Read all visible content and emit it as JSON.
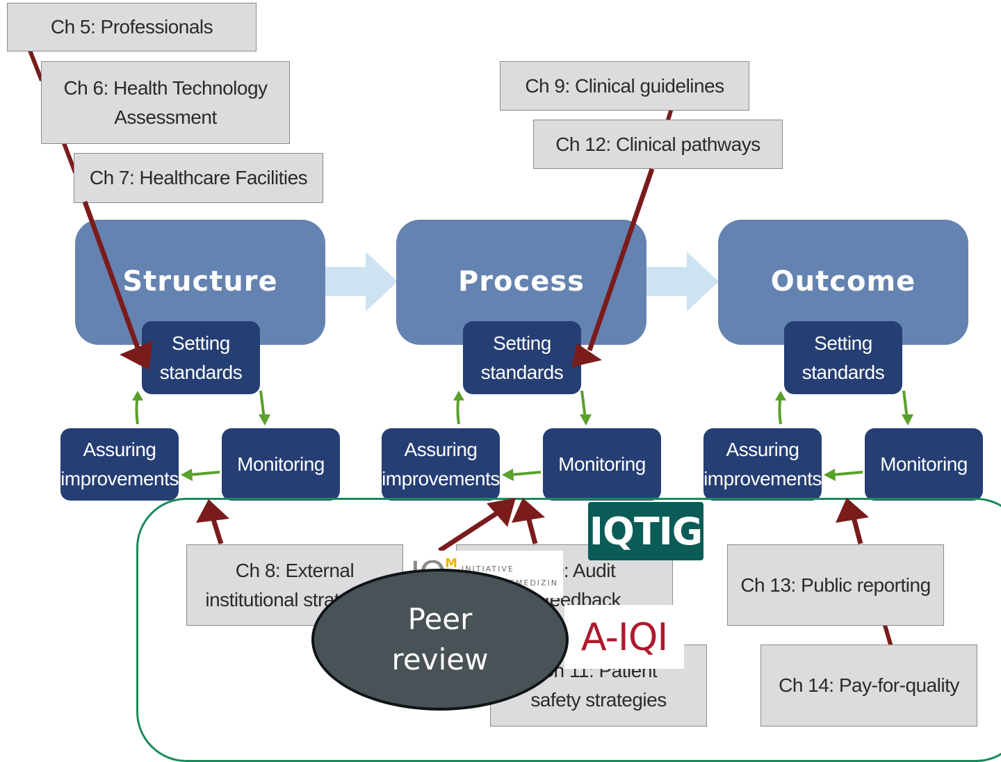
{
  "chapters": {
    "ch5": "Ch 5: Professionals",
    "ch6_line1": "Ch 6: Health Technology",
    "ch6_line2": "Assessment",
    "ch7": "Ch 7: Healthcare Facilities",
    "ch8_line1": "Ch 8: External",
    "ch8_line2": "institutional strategies",
    "ch10_line1": "Ch 10: Audit",
    "ch10_line2": "and feedback",
    "ch11_line1": "Ch 11: Patient",
    "ch11_line2": "safety strategies",
    "ch9": "Ch 9: Clinical guidelines",
    "ch12": "Ch 12: Clinical pathways",
    "ch13": "Ch 13: Public reporting",
    "ch14": "Ch 14: Pay-for-quality"
  },
  "stages": [
    {
      "title": "Structure",
      "setting_line1": "Setting",
      "setting_line2": "standards",
      "assuring_line1": "Assuring",
      "assuring_line2": "improvements",
      "monitoring": "Monitoring"
    },
    {
      "title": "Process",
      "setting_line1": "Setting",
      "setting_line2": "standards",
      "assuring_line1": "Assuring",
      "assuring_line2": "improvements",
      "monitoring": "Monitoring"
    },
    {
      "title": "Outcome",
      "setting_line1": "Setting",
      "setting_line2": "standards",
      "assuring_line1": "Assuring",
      "assuring_line2": "improvements",
      "monitoring": "Monitoring"
    }
  ],
  "logos": {
    "iqtig": "IQTIG",
    "iqm_mark": "IQ",
    "iqm_m": "M",
    "iqm_sub1": "INITIATIVE",
    "iqm_sub2": "QUALITÄTSMEDIZIN",
    "aiqi": "A-IQI"
  },
  "peer_review": {
    "line1": "Peer",
    "line2": "review"
  },
  "colors": {
    "big_box": "#6583b0",
    "small_box": "#253e73",
    "chapter_box": "#dcdcde",
    "dark_red_arrow": "#7a1c1c",
    "green_arrow": "#5aa02c",
    "light_blue_arrow": "#cde3f1",
    "group_outline": "#1a8a5a",
    "iqtig_bg": "#0b5b57",
    "aiqi_text": "#b0182c"
  }
}
